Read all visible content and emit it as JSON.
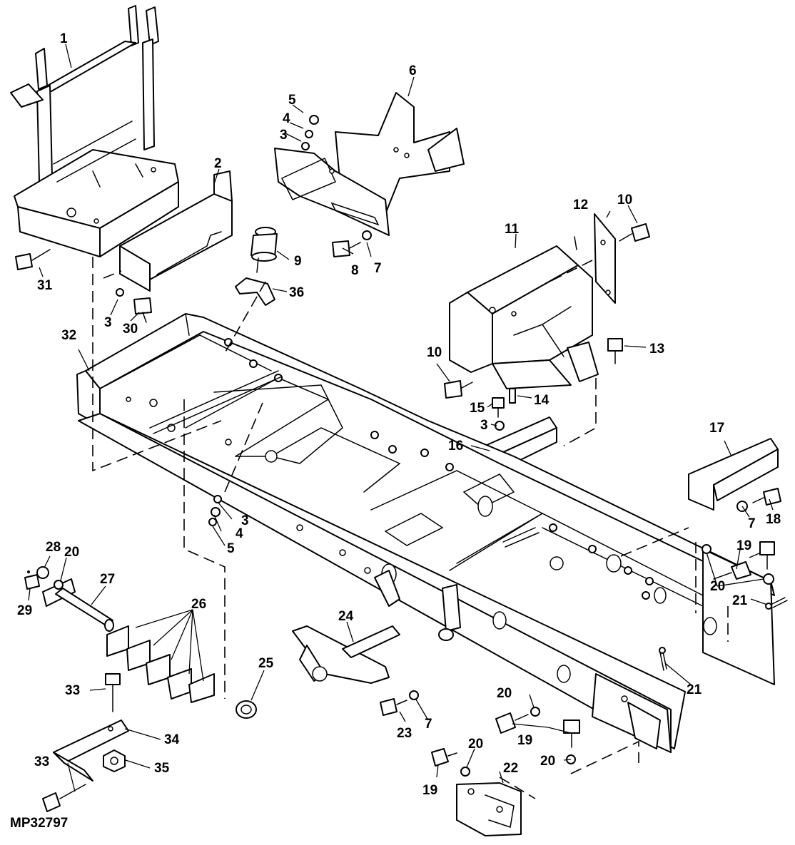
{
  "figure_code": "MP32797",
  "callouts": [
    {
      "id": "c1",
      "text": "1"
    },
    {
      "id": "c2",
      "text": "2"
    },
    {
      "id": "c3a",
      "text": "3"
    },
    {
      "id": "c4a",
      "text": "4"
    },
    {
      "id": "c5a",
      "text": "5"
    },
    {
      "id": "c6",
      "text": "6"
    },
    {
      "id": "c7a",
      "text": "7"
    },
    {
      "id": "c8",
      "text": "8"
    },
    {
      "id": "c9",
      "text": "9"
    },
    {
      "id": "c10a",
      "text": "10"
    },
    {
      "id": "c11",
      "text": "11"
    },
    {
      "id": "c12",
      "text": "12"
    },
    {
      "id": "c13",
      "text": "13"
    },
    {
      "id": "c10b",
      "text": "10"
    },
    {
      "id": "c14",
      "text": "14"
    },
    {
      "id": "c15",
      "text": "15"
    },
    {
      "id": "c3b",
      "text": "3"
    },
    {
      "id": "c16",
      "text": "16"
    },
    {
      "id": "c17",
      "text": "17"
    },
    {
      "id": "c7b",
      "text": "7"
    },
    {
      "id": "c18",
      "text": "18"
    },
    {
      "id": "c31",
      "text": "31"
    },
    {
      "id": "c3c",
      "text": "3"
    },
    {
      "id": "c30",
      "text": "30"
    },
    {
      "id": "c36",
      "text": "36"
    },
    {
      "id": "c32",
      "text": "32"
    },
    {
      "id": "c3d",
      "text": "3"
    },
    {
      "id": "c4b",
      "text": "4"
    },
    {
      "id": "c5b",
      "text": "5"
    },
    {
      "id": "c28",
      "text": "28"
    },
    {
      "id": "c20a",
      "text": "20"
    },
    {
      "id": "c29",
      "text": "29"
    },
    {
      "id": "c27",
      "text": "27"
    },
    {
      "id": "c26",
      "text": "26"
    },
    {
      "id": "c24",
      "text": "24"
    },
    {
      "id": "c25",
      "text": "25"
    },
    {
      "id": "c33a",
      "text": "33"
    },
    {
      "id": "c34",
      "text": "34"
    },
    {
      "id": "c35",
      "text": "35"
    },
    {
      "id": "c33b",
      "text": "33"
    },
    {
      "id": "c23",
      "text": "23"
    },
    {
      "id": "c7c",
      "text": "7"
    },
    {
      "id": "c20b",
      "text": "20"
    },
    {
      "id": "c19a",
      "text": "19"
    },
    {
      "id": "c20c",
      "text": "20"
    },
    {
      "id": "c20d",
      "text": "20"
    },
    {
      "id": "c19b",
      "text": "19"
    },
    {
      "id": "c22",
      "text": "22"
    },
    {
      "id": "c7d",
      "text": "7"
    },
    {
      "id": "c19c",
      "text": "19"
    },
    {
      "id": "c20e",
      "text": "20"
    },
    {
      "id": "c21a",
      "text": "21"
    },
    {
      "id": "c21b",
      "text": "21"
    }
  ]
}
